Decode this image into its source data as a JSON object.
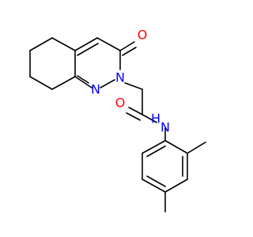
{
  "structure": {
    "atom_labels": {
      "carbonyl_oxygen_ring": "O",
      "ring_nitrogen_1": "N",
      "ring_nitrogen_2": "N",
      "amide_oxygen": "O",
      "amide_nitrogen": "N",
      "amide_hydrogen": "H"
    },
    "colors": {
      "oxygen": "#ff0000",
      "nitrogen": "#0000ff",
      "bond": "#000000",
      "background": "#ffffff"
    }
  }
}
